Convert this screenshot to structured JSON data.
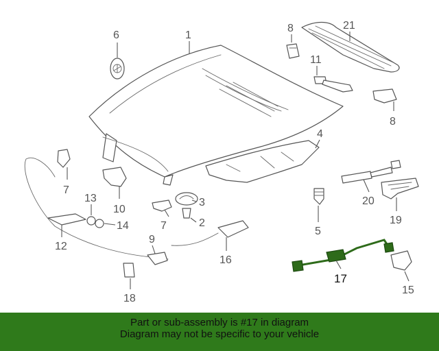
{
  "callouts": {
    "c1": "1",
    "c2": "2",
    "c3": "3",
    "c4": "4",
    "c5": "5",
    "c6": "6",
    "c7a": "7",
    "c7b": "7",
    "c8a": "8",
    "c8b": "8",
    "c9": "9",
    "c10": "10",
    "c11": "11",
    "c12": "12",
    "c13": "13",
    "c14": "14",
    "c15": "15",
    "c16": "16",
    "c17": "17",
    "c18": "18",
    "c19": "19",
    "c20": "20",
    "c21": "21"
  },
  "highlight": {
    "part_number": "17",
    "color": "#2e6b1a"
  },
  "banner": {
    "line1": "Part or sub-assembly is #17 in diagram",
    "line2": "Diagram may not be specific to your vehicle",
    "background": "#2f7a1b"
  }
}
